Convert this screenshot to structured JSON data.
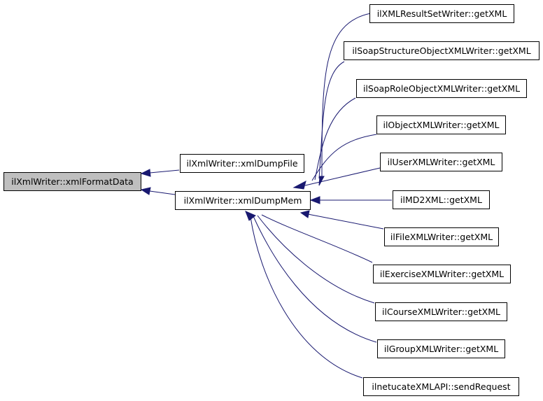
{
  "diagram": {
    "nodes": {
      "root": "ilXmlWriter::xmlFormatData",
      "dump_file": "ilXmlWriter::xmlDumpFile",
      "dump_mem": "ilXmlWriter::xmlDumpMem",
      "result_set": "ilXMLResultSetWriter::getXML",
      "soap_structure": "ilSoapStructureObjectXMLWriter::getXML",
      "soap_role": "ilSoapRoleObjectXMLWriter::getXML",
      "object": "ilObjectXMLWriter::getXML",
      "user": "ilUserXMLWriter::getXML",
      "md2xml": "ilMD2XML::getXML",
      "file": "ilFileXMLWriter::getXML",
      "exercise": "ilExerciseXMLWriter::getXML",
      "course": "ilCourseXMLWriter::getXML",
      "group": "ilGroupXMLWriter::getXML",
      "netucate": "ilnetucateXMLAPI::sendRequest"
    },
    "colors": {
      "edge": "#191970",
      "root_fill": "#bfbfbf",
      "node_fill": "#ffffff",
      "node_border": "#000000"
    }
  }
}
